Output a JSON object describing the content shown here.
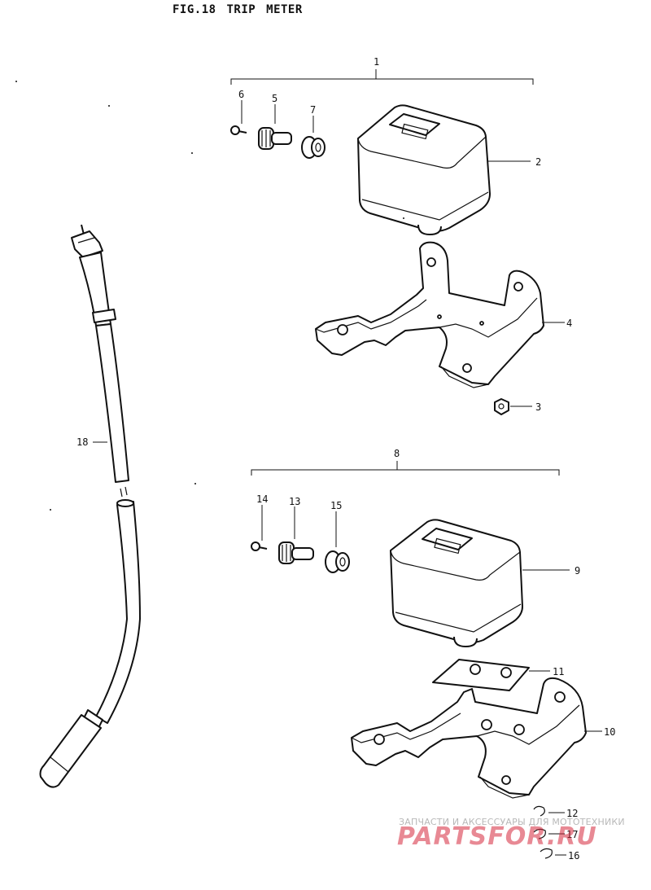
{
  "figure": {
    "title": "FIG.18  TRIP METER"
  },
  "labels": {
    "p1": "1",
    "p2": "2",
    "p3": "3",
    "p4": "4",
    "p5": "5",
    "p6": "6",
    "p7": "7",
    "p8": "8",
    "p9": "9",
    "p10": "10",
    "p11": "11",
    "p12": "12",
    "p13": "13",
    "p14": "14",
    "p15": "15",
    "p16": "16",
    "p17": "17",
    "p18": "18"
  },
  "watermark": {
    "tagline": "ЗАПЧАСТИ И АКСЕССУАРЫ ДЛЯ МОТОТЕХНИКИ",
    "brand": "PARTSFOR.RU"
  },
  "colors": {
    "line": "#111111",
    "watermark_brand": "#d6283c",
    "watermark_tagline": "#b8b8b8"
  }
}
